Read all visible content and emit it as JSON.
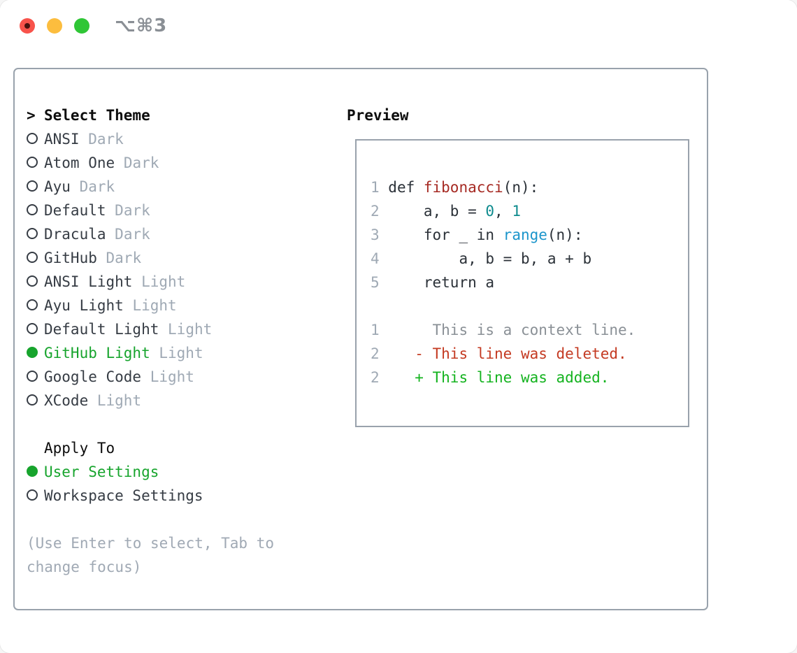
{
  "window": {
    "title": "⌥⌘3",
    "traffic_lights": [
      "close",
      "minimize",
      "zoom"
    ]
  },
  "theme_panel": {
    "header": {
      "marker": ">",
      "label": "Select Theme"
    },
    "themes": [
      {
        "name": "ANSI",
        "variant": "Dark",
        "selected": false
      },
      {
        "name": "Atom One",
        "variant": "Dark",
        "selected": false
      },
      {
        "name": "Ayu",
        "variant": "Dark",
        "selected": false
      },
      {
        "name": "Default",
        "variant": "Dark",
        "selected": false
      },
      {
        "name": "Dracula",
        "variant": "Dark",
        "selected": false
      },
      {
        "name": "GitHub",
        "variant": "Dark",
        "selected": false
      },
      {
        "name": "ANSI Light",
        "variant": "Light",
        "selected": false
      },
      {
        "name": "Ayu Light",
        "variant": "Light",
        "selected": false
      },
      {
        "name": "Default Light",
        "variant": "Light",
        "selected": false
      },
      {
        "name": "GitHub Light",
        "variant": "Light",
        "selected": true
      },
      {
        "name": "Google Code",
        "variant": "Light",
        "selected": false
      },
      {
        "name": "XCode",
        "variant": "Light",
        "selected": false
      }
    ],
    "apply_to": {
      "label": "Apply To",
      "options": [
        {
          "name": "User Settings",
          "selected": true
        },
        {
          "name": "Workspace Settings",
          "selected": false
        }
      ]
    },
    "hint_lines": [
      "(Use Enter to select, Tab to",
      "change focus)"
    ]
  },
  "preview": {
    "label": "Preview",
    "code_lines": [
      {
        "num": "1",
        "segments": [
          {
            "text": "def ",
            "style": "plain"
          },
          {
            "text": "fibonacci",
            "style": "function"
          },
          {
            "text": "(n):",
            "style": "plain"
          }
        ]
      },
      {
        "num": "2",
        "segments": [
          {
            "text": "    a, b = ",
            "style": "plain"
          },
          {
            "text": "0",
            "style": "number"
          },
          {
            "text": ", ",
            "style": "plain"
          },
          {
            "text": "1",
            "style": "number"
          }
        ]
      },
      {
        "num": "3",
        "segments": [
          {
            "text": "    for _ in ",
            "style": "plain"
          },
          {
            "text": "range",
            "style": "builtin"
          },
          {
            "text": "(n):",
            "style": "plain"
          }
        ]
      },
      {
        "num": "4",
        "segments": [
          {
            "text": "        a, b = b, a + b",
            "style": "plain"
          }
        ]
      },
      {
        "num": "5",
        "segments": [
          {
            "text": "    return a",
            "style": "plain"
          }
        ]
      }
    ],
    "diff_lines": [
      {
        "num": "1",
        "prefix": "     ",
        "marker": "",
        "text": "This is a context line.",
        "style": "context"
      },
      {
        "num": "2",
        "prefix": "   ",
        "marker": "- ",
        "text": "This line was deleted.",
        "style": "deleted"
      },
      {
        "num": "2",
        "prefix": "   ",
        "marker": "+ ",
        "text": "This line was added.",
        "style": "added"
      }
    ]
  },
  "colors": {
    "accent_green": "#17a42d",
    "added_green": "#14b31f",
    "deleted_red": "#c43a22",
    "func_red": "#a62a23",
    "num_teal": "#0e8b8e",
    "builtin_blue": "#1b95cb",
    "muted_gray": "#9fa9b4",
    "hint_gray": "#a0a9b4",
    "context_gray": "#8a9096",
    "item_dark": "#363c44",
    "code_dark": "#2b3138",
    "header_black": "#0d0d0d",
    "border_gray": "#99a2ac",
    "title_gray": "#8a8f95",
    "traffic_red": "#f8534b",
    "traffic_yellow": "#fcbd3e",
    "traffic_green": "#2fc636"
  }
}
